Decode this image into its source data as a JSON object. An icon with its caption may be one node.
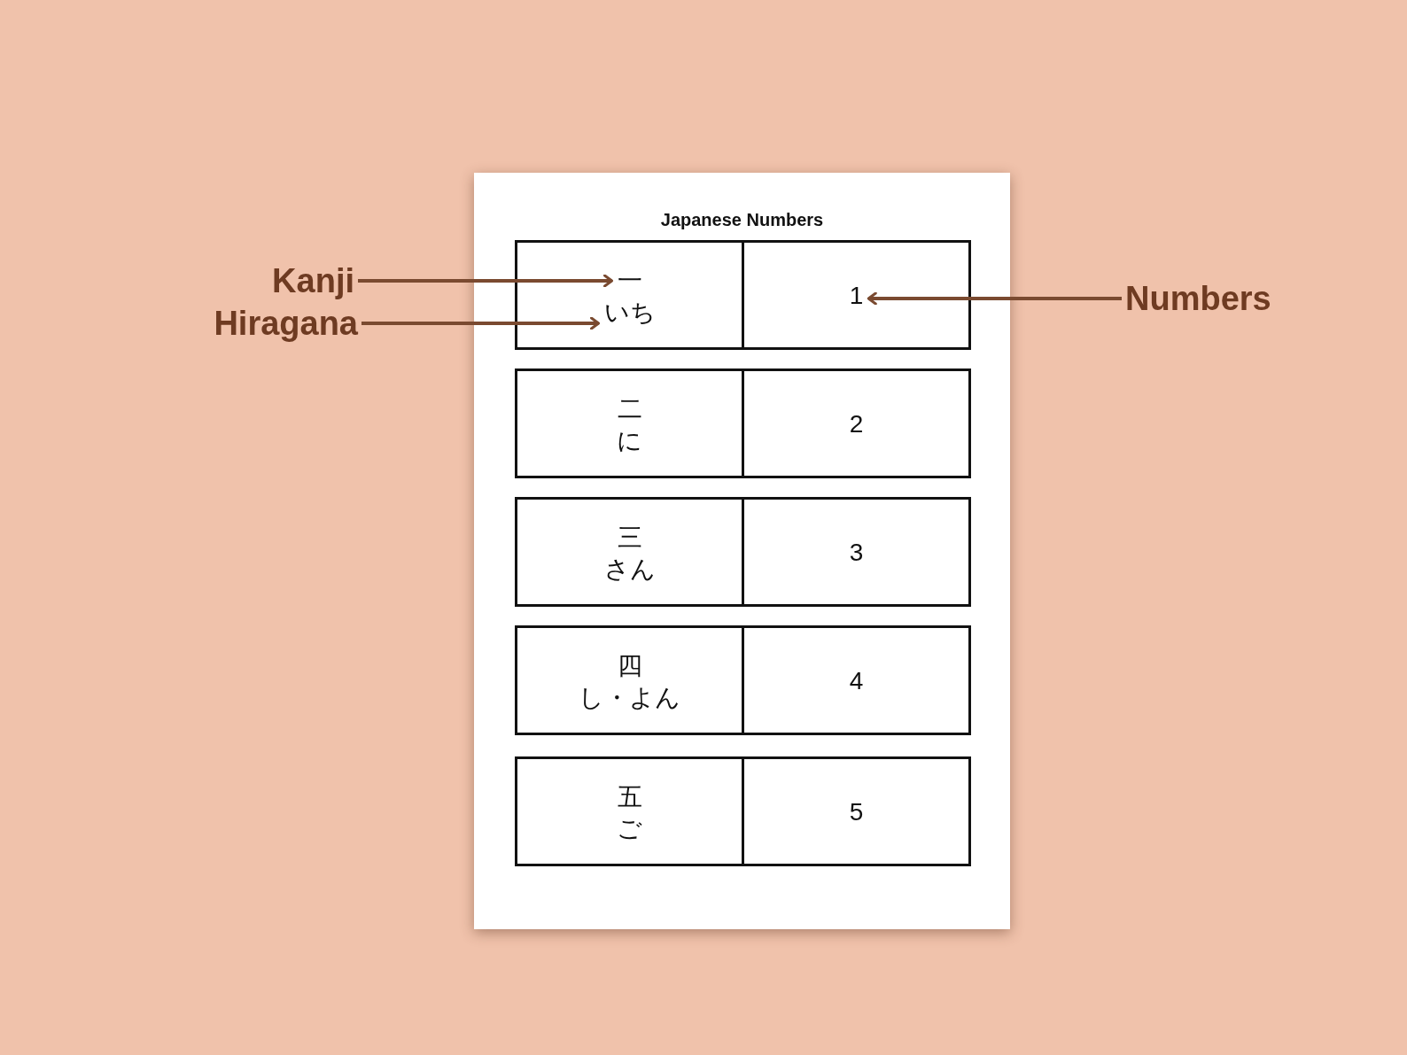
{
  "diagram": {
    "title": "Japanese Numbers",
    "nodes": [
      {
        "text": [],
        "shape": "box"
      },
      {
        "text": [
          "一"
        ],
        "in": 0
      },
      {
        "text": [
          "いち"
        ],
        "in": 0
      },
      {
        "text": [],
        "shape": "box"
      },
      {
        "text": [
          "1"
        ],
        "in": 3
      },
      {
        "text": [],
        "shape": "box"
      },
      {
        "text": [
          "二"
        ],
        "in": 5
      },
      {
        "text": [
          "に"
        ],
        "in": 5
      },
      {
        "text": [],
        "shape": "box"
      },
      {
        "text": [
          "2"
        ],
        "in": 8
      },
      {
        "text": [],
        "shape": "box"
      },
      {
        "text": [
          "三"
        ],
        "in": 10
      },
      {
        "text": [
          "さん"
        ],
        "in": 10
      },
      {
        "text": [],
        "shape": "box"
      },
      {
        "text": [
          "3"
        ],
        "in": 13
      },
      {
        "text": [],
        "shape": "box"
      },
      {
        "text": [
          "四"
        ],
        "in": 15
      },
      {
        "text": [
          "し・よん"
        ],
        "in": 15
      },
      {
        "text": [],
        "shape": "box"
      },
      {
        "text": [
          "4"
        ],
        "in": 18
      },
      {
        "text": [],
        "shape": "box"
      },
      {
        "text": [
          "五"
        ],
        "in": 20
      },
      {
        "text": [
          "ご"
        ],
        "in": 20
      },
      {
        "text": [],
        "shape": "box"
      },
      {
        "text": [
          "5"
        ],
        "in": 23
      },
      {
        "text": [
          "Kanji"
        ]
      },
      {
        "text": [
          "Hiragana"
        ]
      },
      {
        "text": [
          "Numbers"
        ]
      }
    ],
    "edges": [
      {
        "from": 25,
        "to": 1,
        "arrow": "to"
      },
      {
        "from": 26,
        "to": 2,
        "arrow": "to"
      },
      {
        "from": 27,
        "to": 4,
        "arrow": "to"
      }
    ]
  }
}
